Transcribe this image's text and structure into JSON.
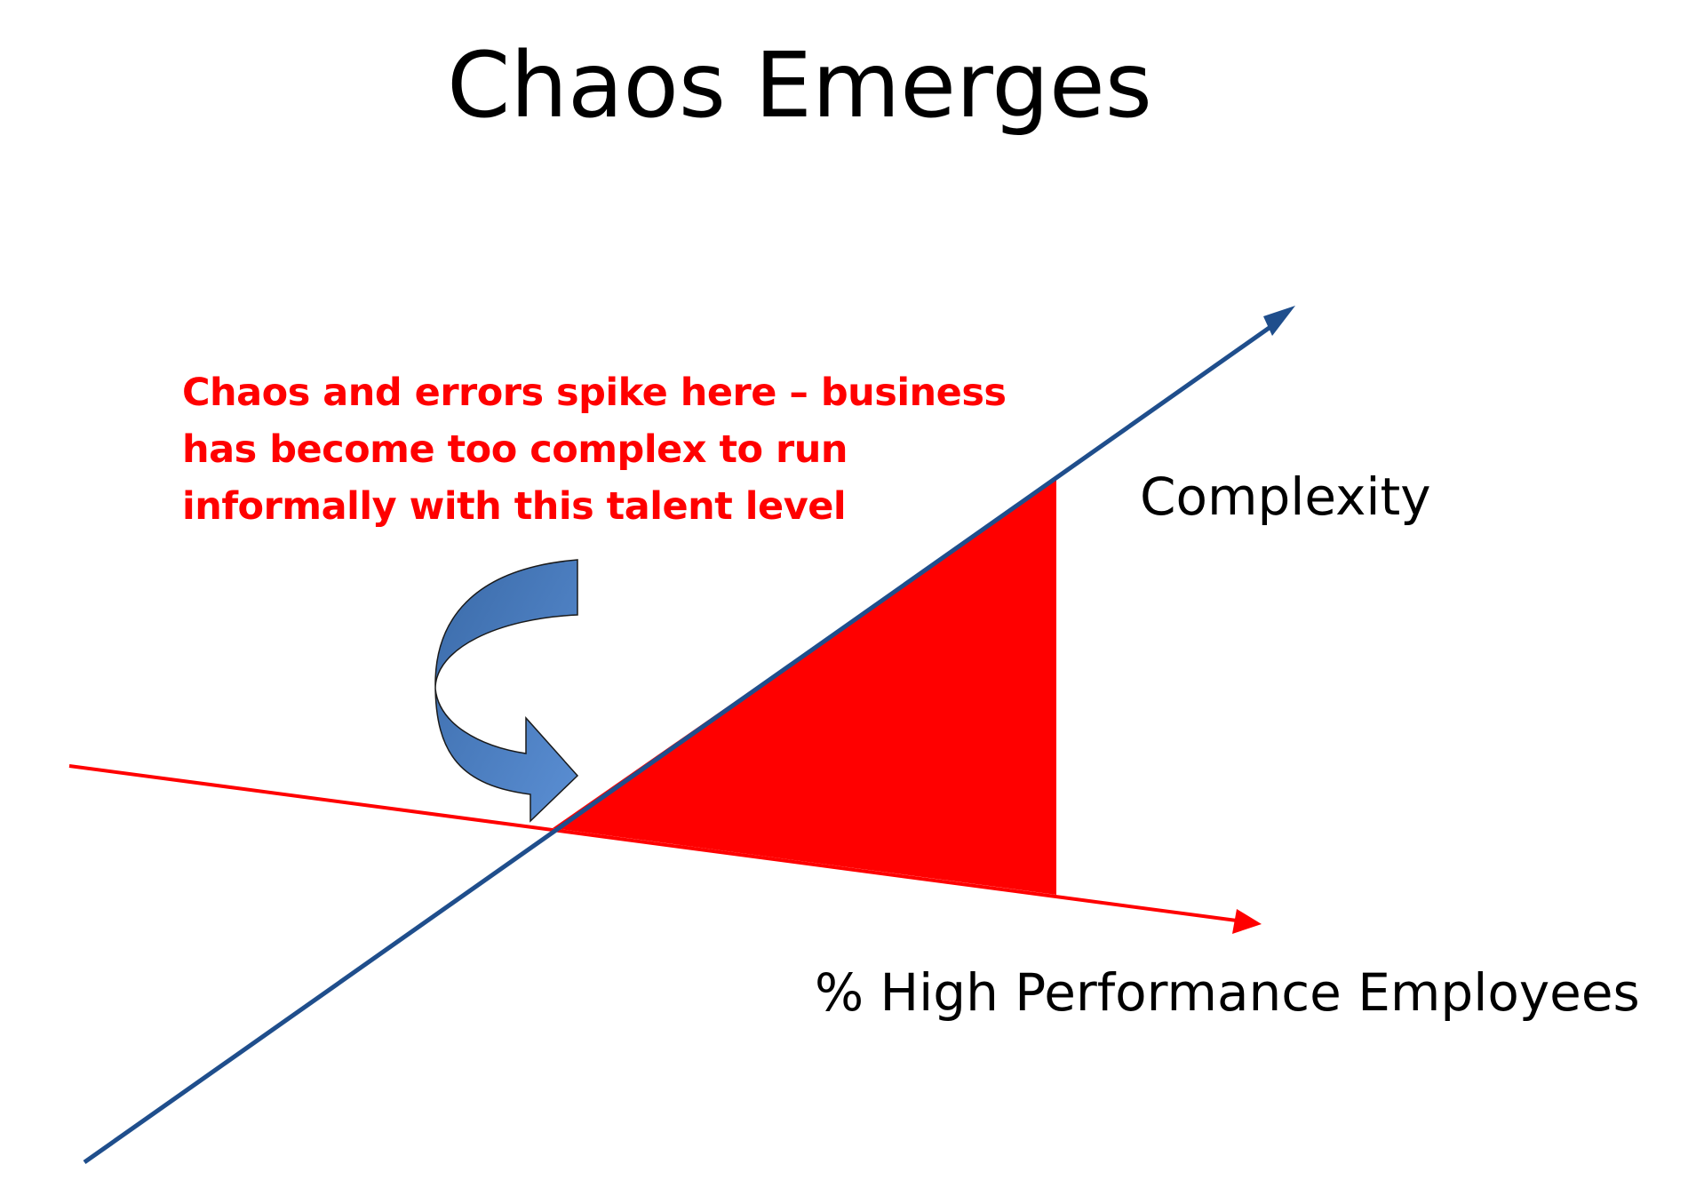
{
  "title": "Chaos Emerges",
  "callout": {
    "lines": [
      "Chaos and errors spike here – business",
      "has become too complex to run",
      "informally with this talent level"
    ]
  },
  "axes": {
    "complexity_label": "Complexity",
    "employees_label": "% High Performance Employees"
  },
  "colors": {
    "complexity_line": "#1f4e8c",
    "employees_line": "#ff0000",
    "chaos_region": "#ff0000",
    "callout_text": "#ff0000",
    "arrow_fill_light": "#5b8fd4",
    "arrow_fill_dark": "#3a6aa8"
  },
  "icons": {
    "pointer": "curved-down-right-arrow-icon"
  }
}
